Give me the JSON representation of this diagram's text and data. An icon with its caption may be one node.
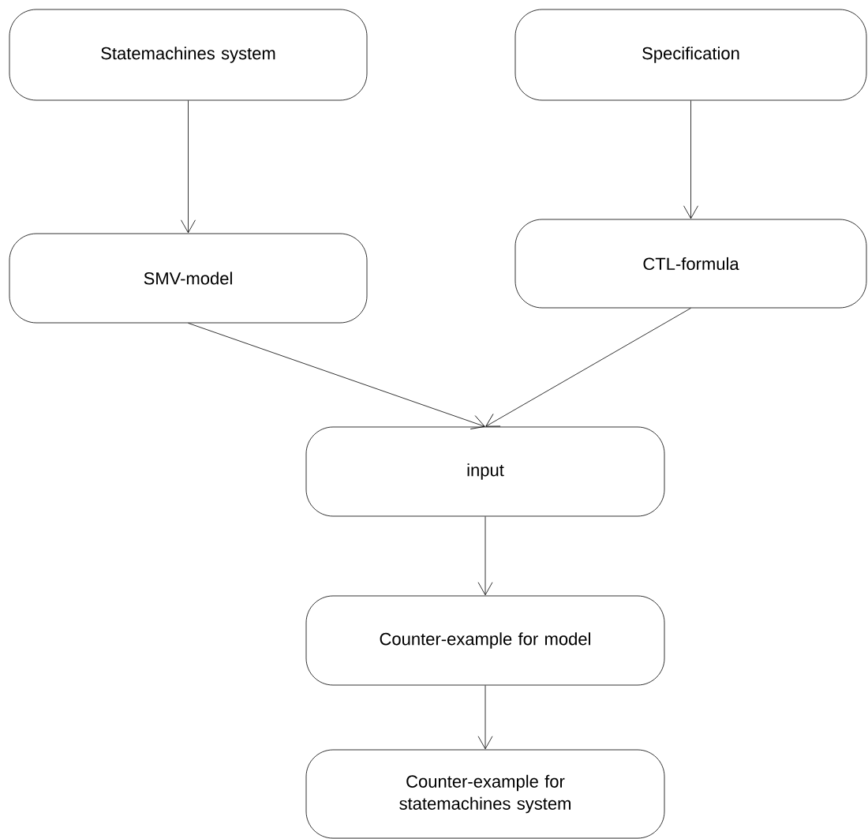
{
  "diagram": {
    "nodes": [
      {
        "text": [
          "Statemachines system"
        ]
      },
      {
        "text": [
          "Specification"
        ]
      },
      {
        "text": [
          "SMV-model"
        ]
      },
      {
        "text": [
          "CTL-formula"
        ]
      },
      {
        "text": [
          "input"
        ]
      },
      {
        "text": [
          "Counter-example for model"
        ]
      },
      {
        "text": [
          "Counter-example for statemachines system"
        ]
      }
    ],
    "edges": [
      {
        "from": 0,
        "to": 2,
        "arrow": "to"
      },
      {
        "from": 1,
        "to": 3,
        "arrow": "to"
      },
      {
        "from": 2,
        "to": 4,
        "arrow": "to"
      },
      {
        "from": 3,
        "to": 4,
        "arrow": "to"
      },
      {
        "from": 4,
        "to": 5,
        "arrow": "to"
      },
      {
        "from": 5,
        "to": 6,
        "arrow": "to"
      }
    ]
  }
}
